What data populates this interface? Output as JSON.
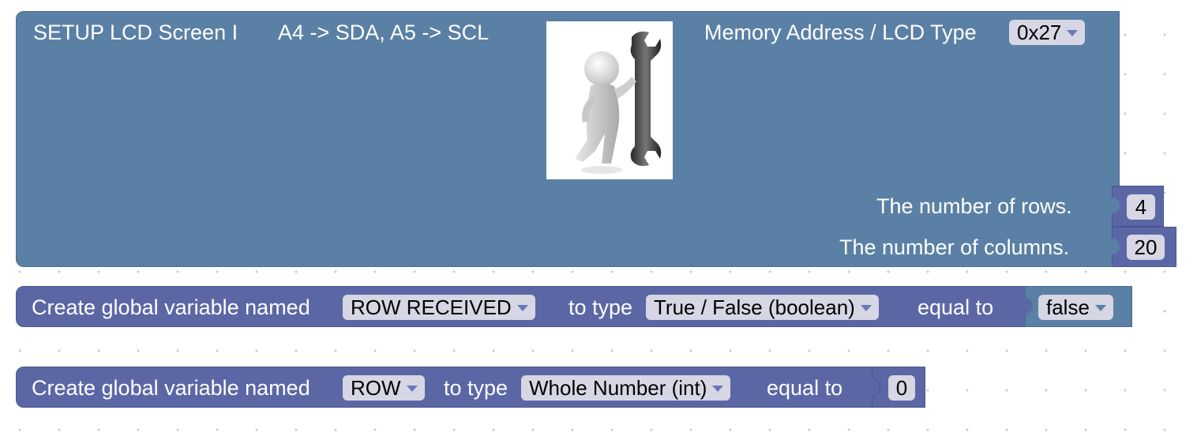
{
  "lcd_block": {
    "title": "SETUP LCD Screen I",
    "pins": "A4 -> SDA, A5 -> SCL",
    "address_label": "Memory Address / LCD Type",
    "address_value": "0x27",
    "image_name": "person-with-wrench-image",
    "rows_label": "The number of rows.",
    "rows_value": "4",
    "columns_label": "The number of columns.",
    "columns_value": "20"
  },
  "var_block_1": {
    "prefix": "Create global variable named",
    "name": "ROW RECEIVED",
    "type_label": "to type",
    "type": "True / False (boolean)",
    "equal_label": "equal to",
    "value": "false"
  },
  "var_block_2": {
    "prefix": "Create global variable named",
    "name": "ROW",
    "type_label": "to type",
    "type": "Whole Number (int)",
    "equal_label": "equal to",
    "value": "0"
  },
  "colors": {
    "lcd_block": "#5b80a5",
    "variable_block": "#5b67a5",
    "boolean_block": "#5b80a5",
    "number_block": "#5b67a5",
    "dropdown": "#d6d6e4"
  }
}
